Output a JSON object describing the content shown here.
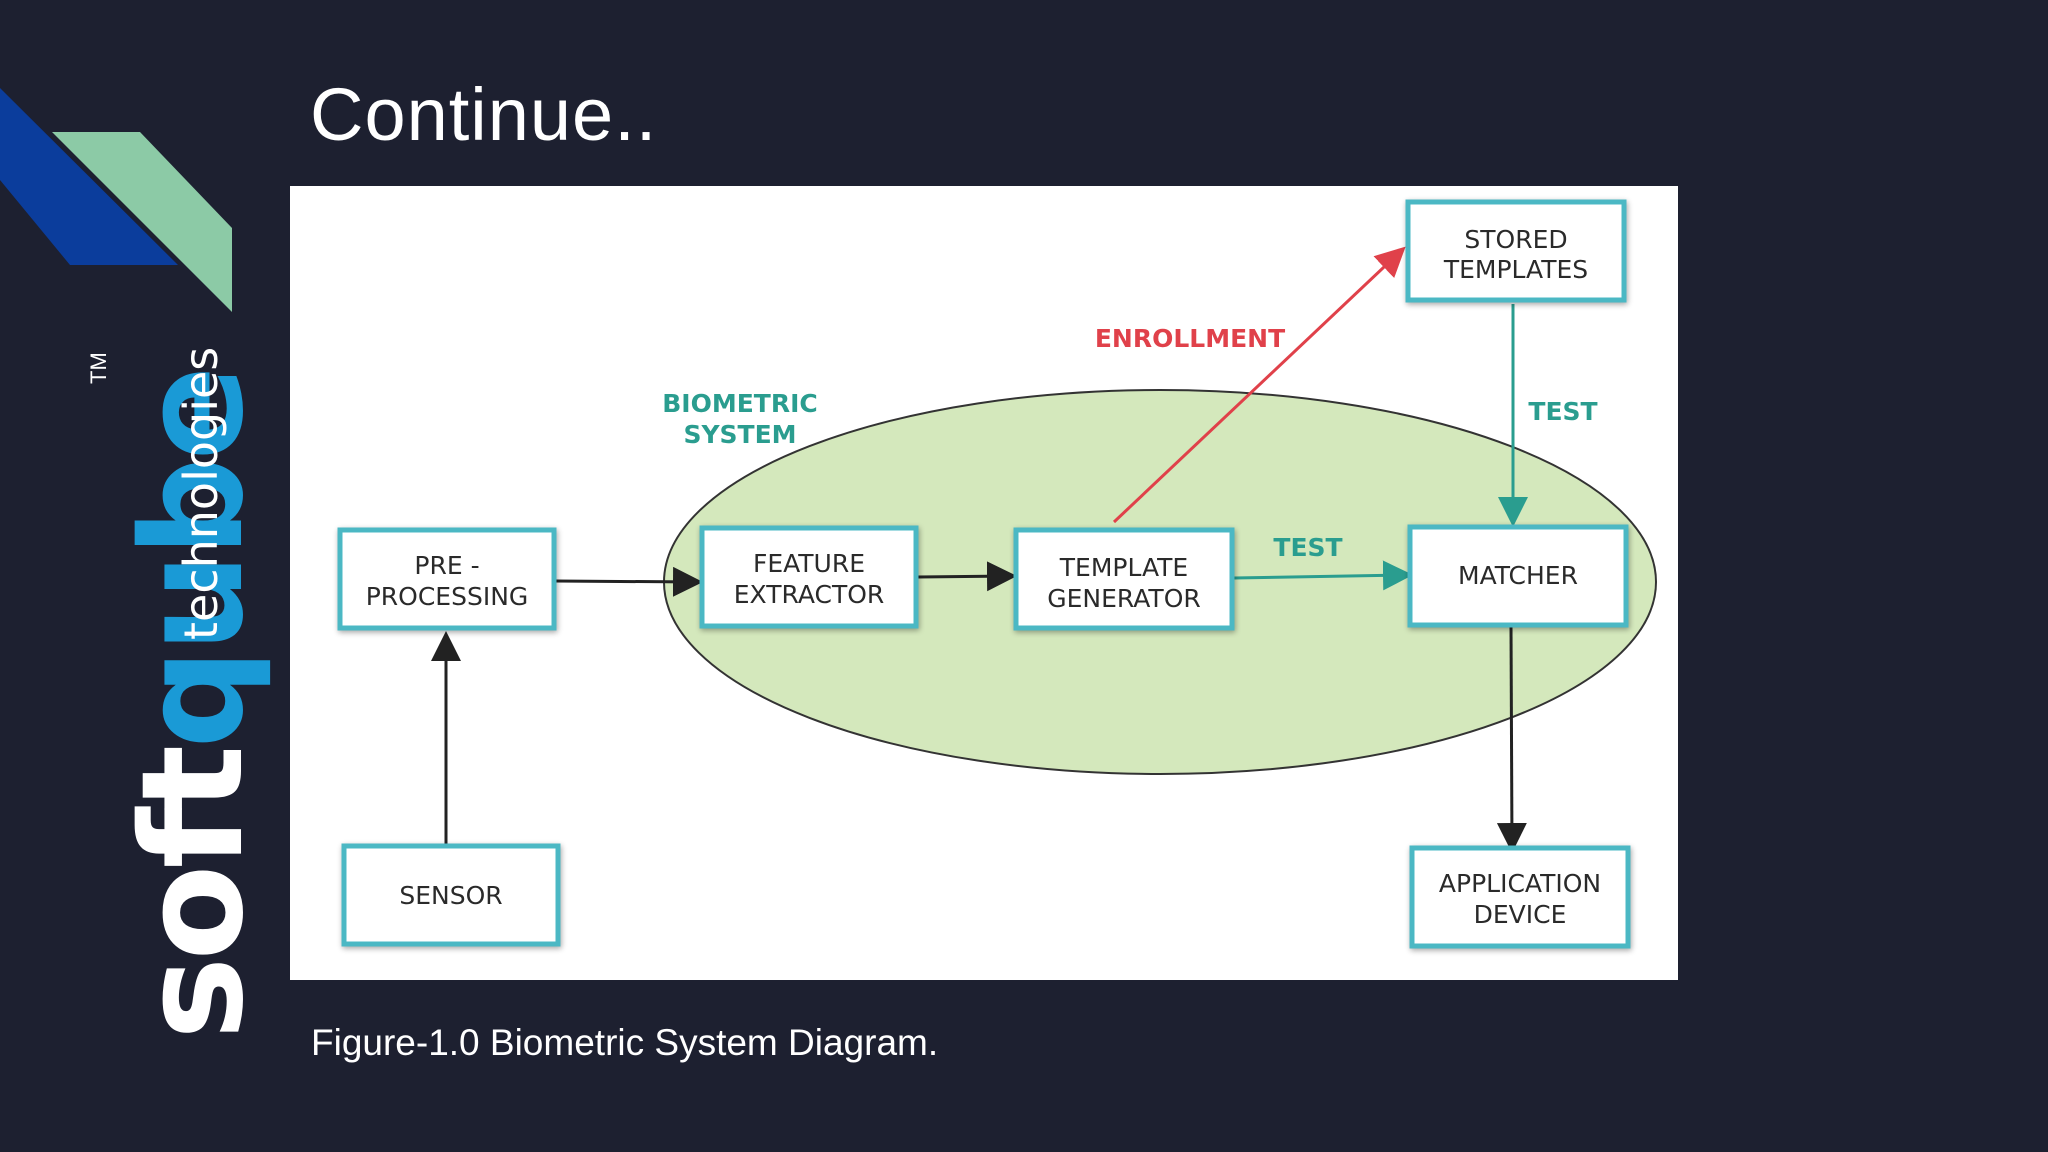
{
  "slide": {
    "title": "Continue..",
    "caption": "Figure-1.0  Biometric System Diagram."
  },
  "brand": {
    "name_part1": "soft",
    "name_part2": "qube",
    "trademark": "TM",
    "subtitle": "technologies",
    "colors": {
      "dark_blue": "#0b3d9c",
      "mint": "#8ccaa6",
      "light_blue": "#1a9ad6",
      "white": "#ffffff"
    }
  },
  "diagram": {
    "region_label_line1": "BIOMETRIC",
    "region_label_line2": "SYSTEM",
    "boxes": {
      "stored_templates": {
        "line1": "STORED",
        "line2": "TEMPLATES"
      },
      "pre_processing": {
        "line1": "PRE -",
        "line2": "PROCESSING"
      },
      "feature_extractor": {
        "line1": "FEATURE",
        "line2": "EXTRACTOR"
      },
      "template_generator": {
        "line1": "TEMPLATE",
        "line2": "GENERATOR"
      },
      "matcher": {
        "line1": "MATCHER"
      },
      "sensor": {
        "line1": "SENSOR"
      },
      "application_device": {
        "line1": "APPLICATION",
        "line2": "DEVICE"
      }
    },
    "edge_labels": {
      "enrollment": "ENROLLMENT",
      "test_vertical": "TEST",
      "test_horizontal": "TEST"
    },
    "colors": {
      "box_border": "#4bb8c4",
      "ellipse_fill": "#d4e8bc",
      "region_label": "#2a9d8f",
      "enrollment": "#e0414a",
      "test": "#2a9d8f",
      "arrow": "#222222"
    }
  }
}
